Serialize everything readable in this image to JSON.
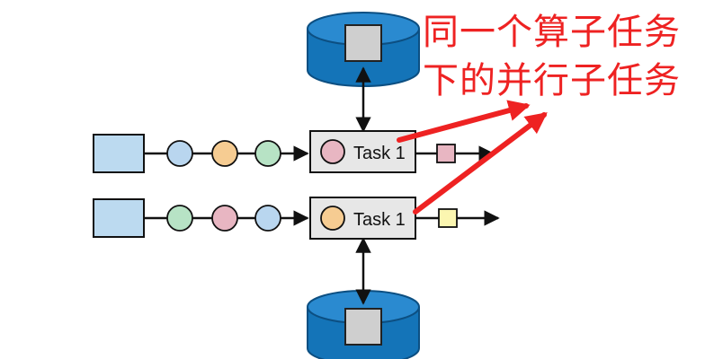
{
  "diagram": {
    "tasks": [
      {
        "label": "Task 1",
        "state_color": "#e8b6c2"
      },
      {
        "label": "Task 1",
        "state_color": "#f6cc92"
      }
    ],
    "queue_colors": {
      "row1": [
        "#b9d6ef",
        "#f6cc92",
        "#b7e3c5"
      ],
      "row2": [
        "#b7e3c5",
        "#e8b6c2",
        "#b9d6ef"
      ]
    },
    "output_colors": [
      "#e8b6c2",
      "#fbf6b0"
    ],
    "colors": {
      "source_fill": "#bcdaf0",
      "task_fill": "#e7e7e7",
      "disk_blue": "#1474b8",
      "annotation_red": "#ee2222"
    }
  },
  "annotation": {
    "line1": "同一个算子任务",
    "line2": "下的并行子任务"
  }
}
